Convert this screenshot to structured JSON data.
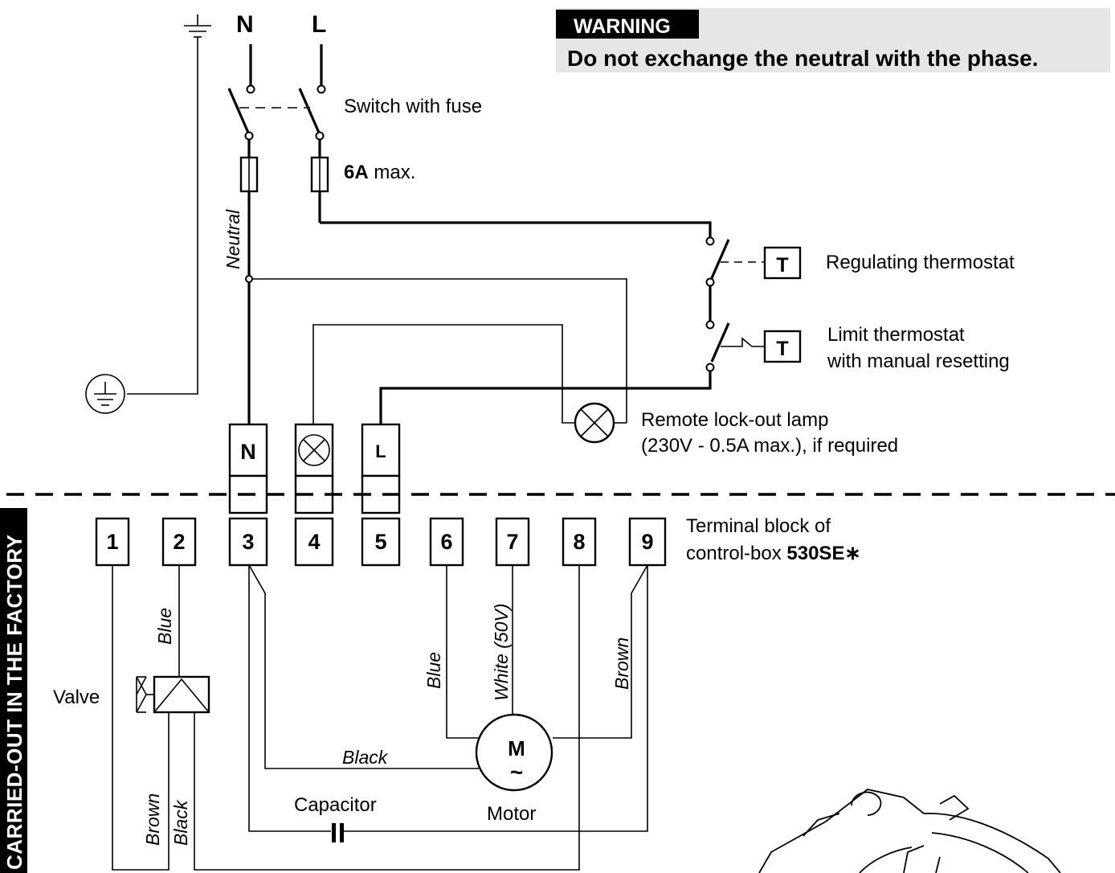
{
  "warning": {
    "title": "WARNING",
    "message": "Do not exchange the neutral with the phase.",
    "bg_color": "#e6e6e6",
    "title_bg_color": "#000000"
  },
  "supply": {
    "neutral": "N",
    "line": "L"
  },
  "switch_label": "Switch with fuse",
  "fuse": {
    "value": "6A",
    "suffix": " max."
  },
  "neutral_label": "Neutral",
  "regulating_thermostat": {
    "symbol": "T",
    "label": "Regulating thermostat"
  },
  "limit_thermostat": {
    "symbol": "T",
    "line1": "Limit thermostat",
    "line2": "with manual resetting"
  },
  "lamp": {
    "line1": "Remote lock-out lamp",
    "line2": "(230V - 0.5A max.), if required"
  },
  "plug": {
    "left": "N",
    "right": "L"
  },
  "side_banner": "CARRIED-OUT IN THE FACTORY",
  "terminals": [
    "1",
    "2",
    "3",
    "4",
    "5",
    "6",
    "7",
    "8",
    "9"
  ],
  "terminal_block": {
    "line1": "Terminal block of",
    "line2_prefix": "control-box ",
    "line2_bold": "530SE∗"
  },
  "wires": {
    "blue_valve": "Blue",
    "blue_motor": "Blue",
    "white_motor": "White (50V)",
    "brown_motor": "Brown",
    "black_motor": "Black",
    "brown_valve": "Brown",
    "black_valve": "Black"
  },
  "valve_label": "Valve",
  "capacitor_label": "Capacitor",
  "motor": {
    "symbol": "M",
    "tilde": "~",
    "label": "Motor"
  }
}
